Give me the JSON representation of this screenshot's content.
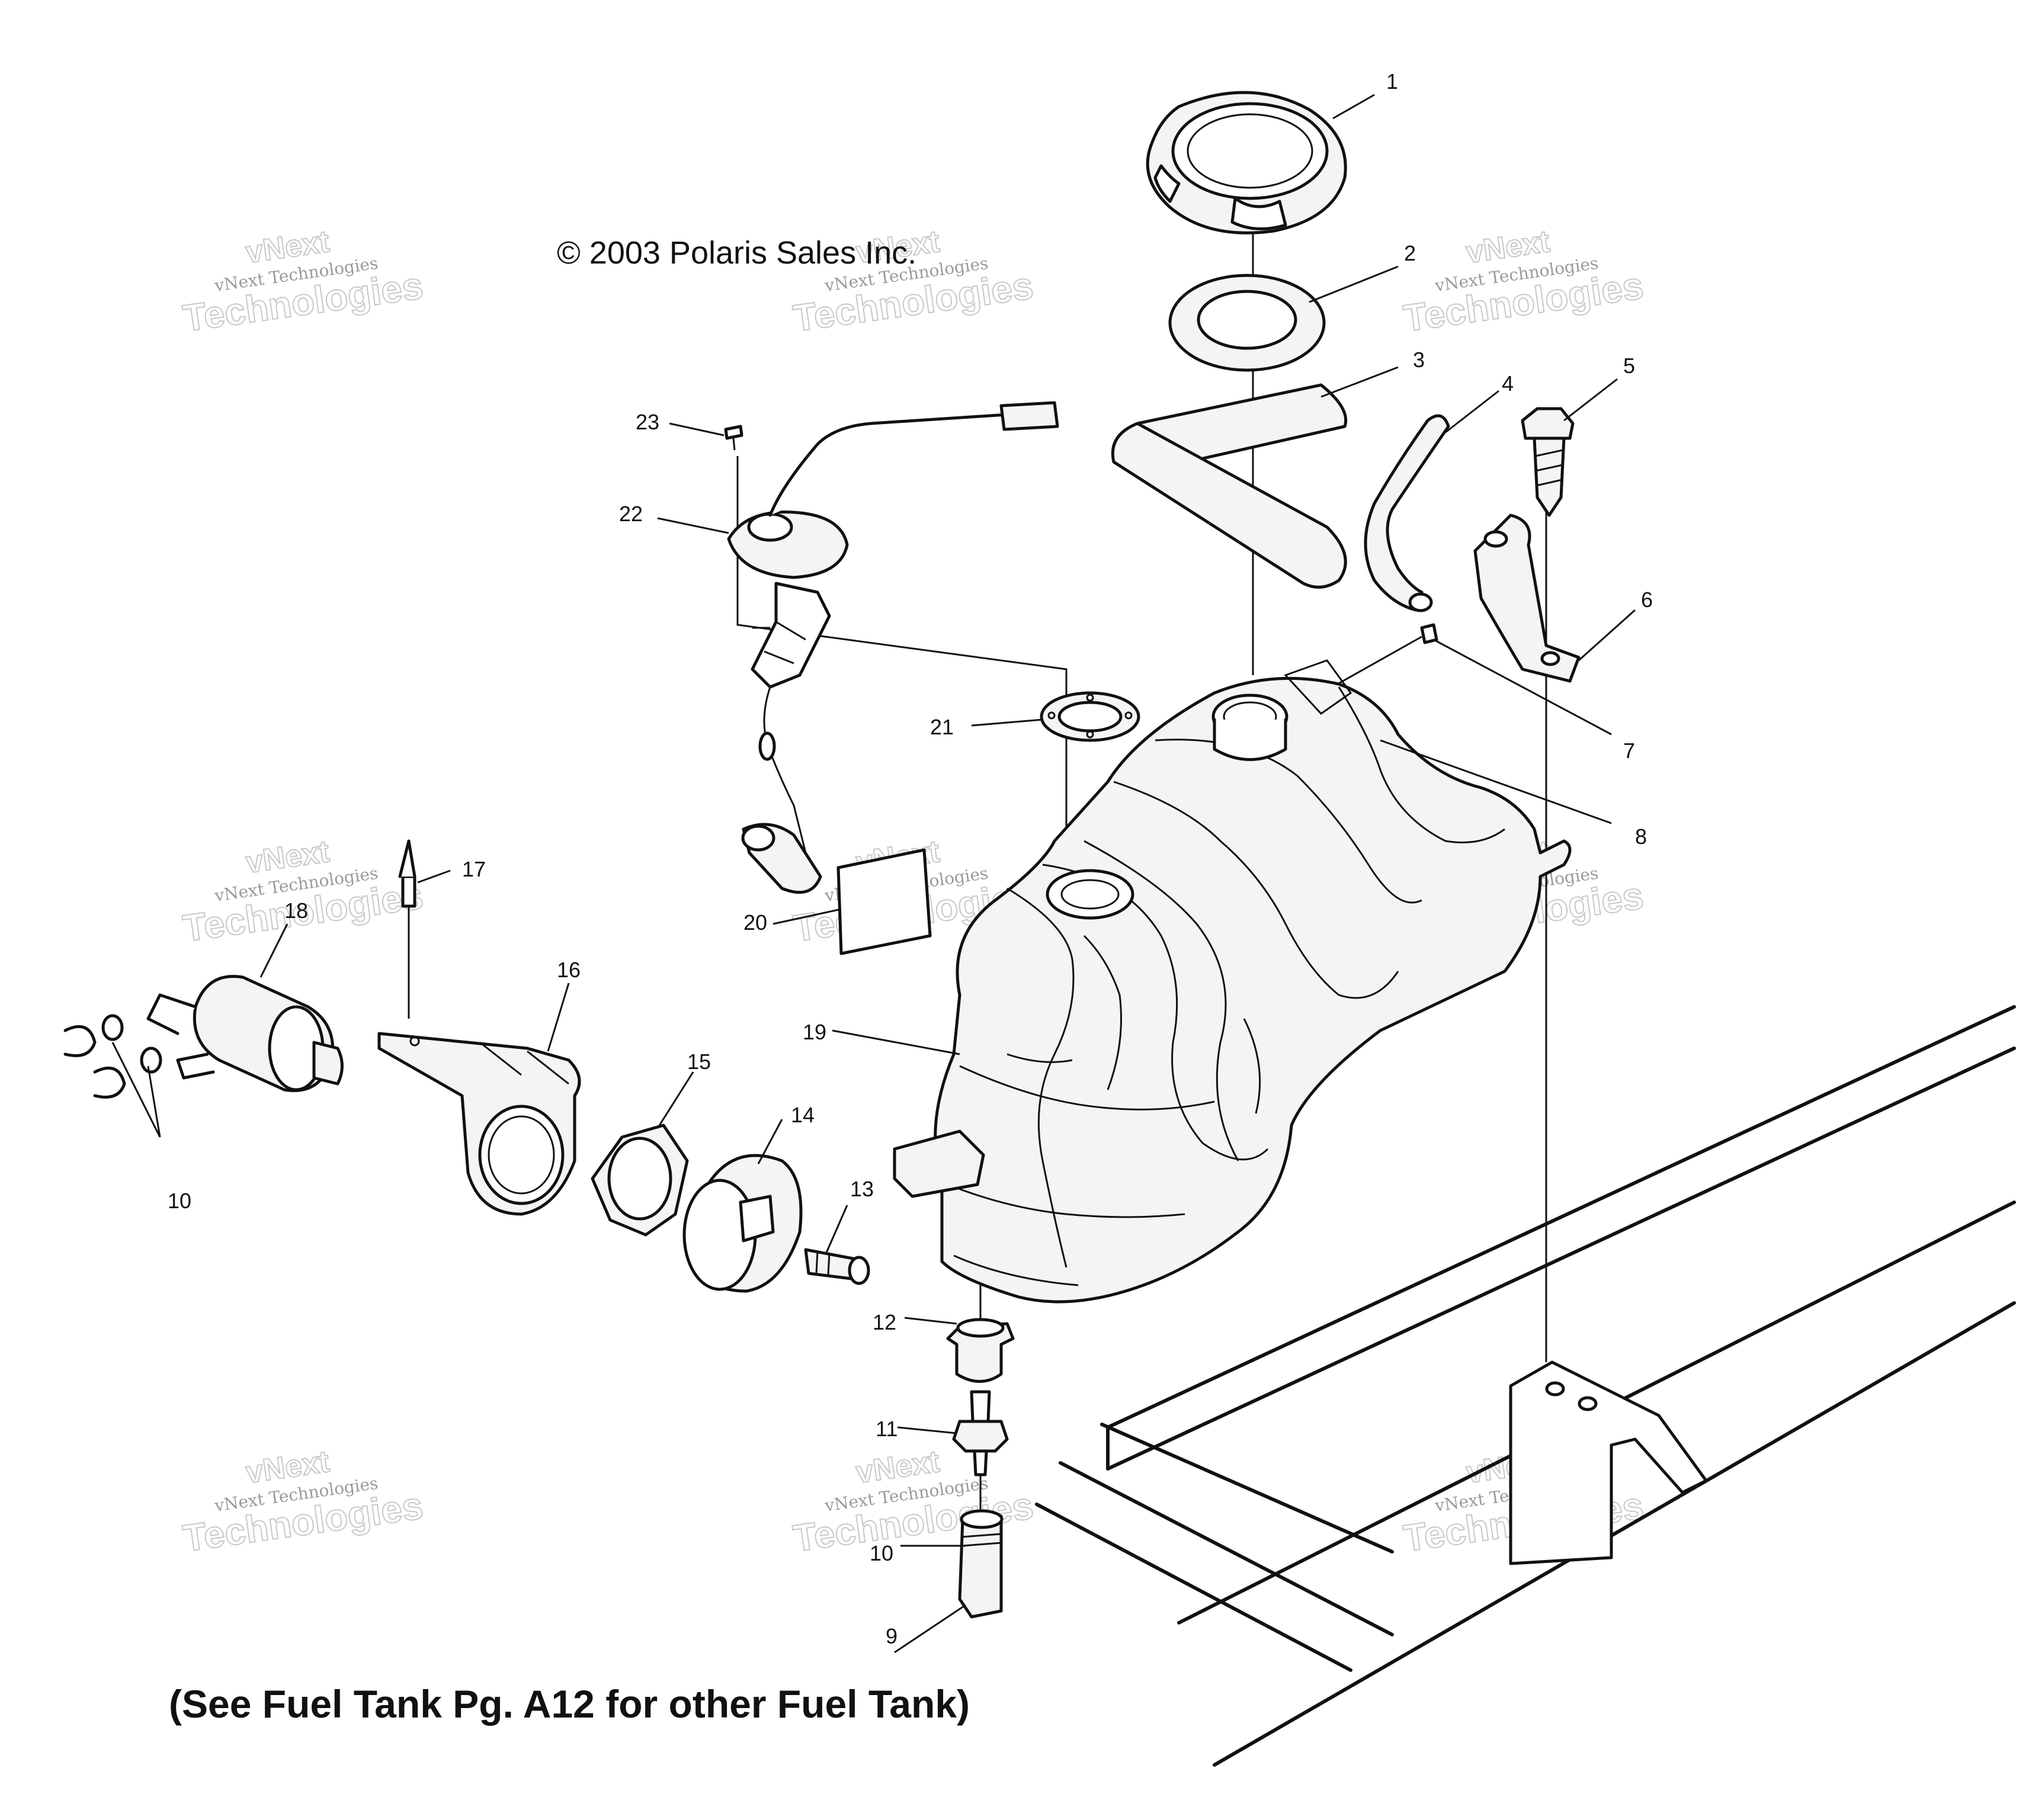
{
  "copyright": "© 2003 Polaris Sales Inc.",
  "footnote": "(See Fuel Tank Pg. A12 for other Fuel Tank)",
  "watermark": {
    "line_small": "vNext Technologies",
    "line_top": "vNext",
    "line_bottom": "Technologies"
  },
  "callouts": {
    "c1": "1",
    "c2": "2",
    "c3": "3",
    "c4": "4",
    "c5": "5",
    "c6": "6",
    "c7": "7",
    "c8": "8",
    "c9": "9",
    "c10a": "10",
    "c10b": "10",
    "c11": "11",
    "c12": "12",
    "c13": "13",
    "c14": "14",
    "c15": "15",
    "c16": "16",
    "c17": "17",
    "c18": "18",
    "c19": "19",
    "c20": "20",
    "c21": "21",
    "c22": "22",
    "c23": "23"
  }
}
